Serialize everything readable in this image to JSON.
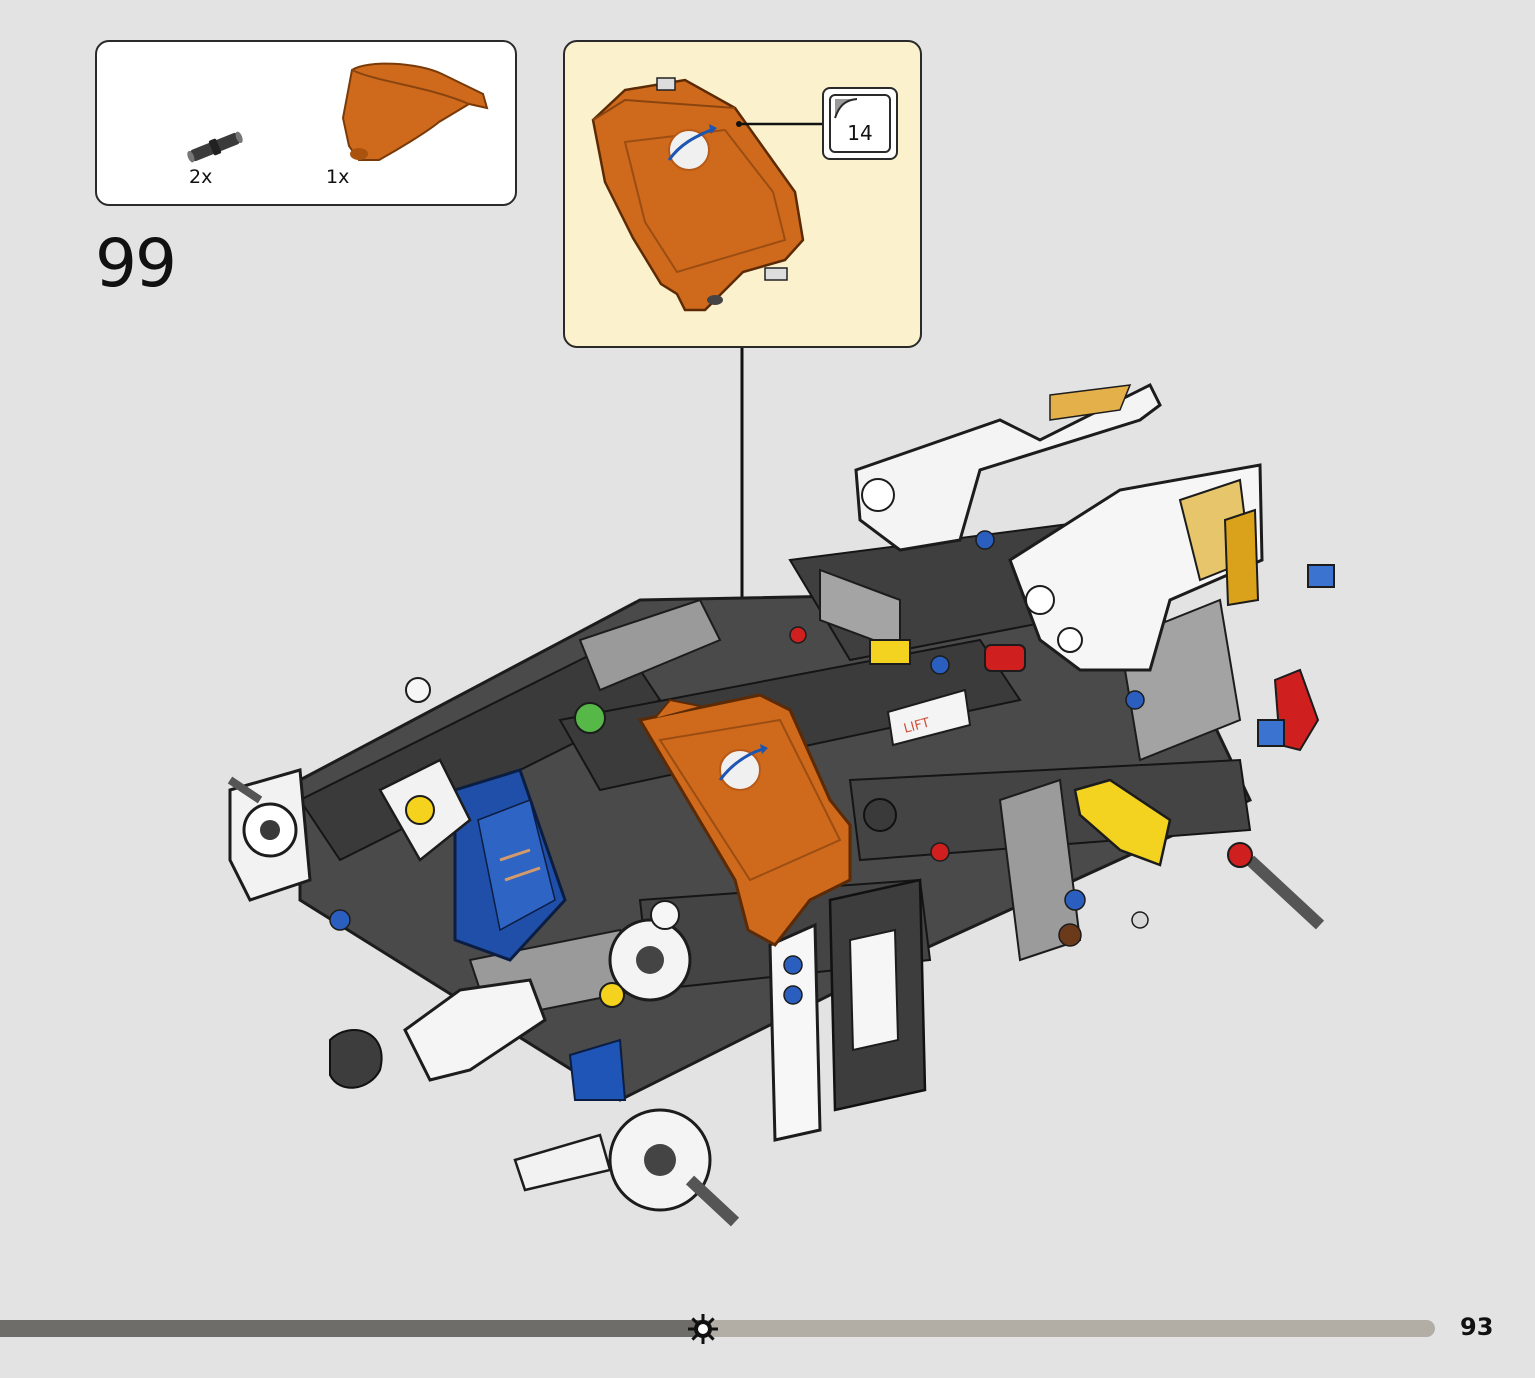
{
  "parts": [
    {
      "qty": "2x",
      "icon": "axle-pin-icon"
    },
    {
      "qty": "1x",
      "icon": "orange-panel-icon"
    }
  ],
  "step": {
    "number": "99"
  },
  "callout": {
    "sticker_number": "14"
  },
  "sticker": {
    "label": "LIFT"
  },
  "page": {
    "number": "93"
  },
  "progress": {
    "fraction": 0.49
  },
  "colors": {
    "background": "#e3e3e3",
    "callout_bg": "#fbf2cd",
    "orange": "#cf6a1c",
    "dark_gray": "#3d3d3d",
    "progress_fill": "#6f6d69",
    "progress_track": "#b2aea6"
  }
}
